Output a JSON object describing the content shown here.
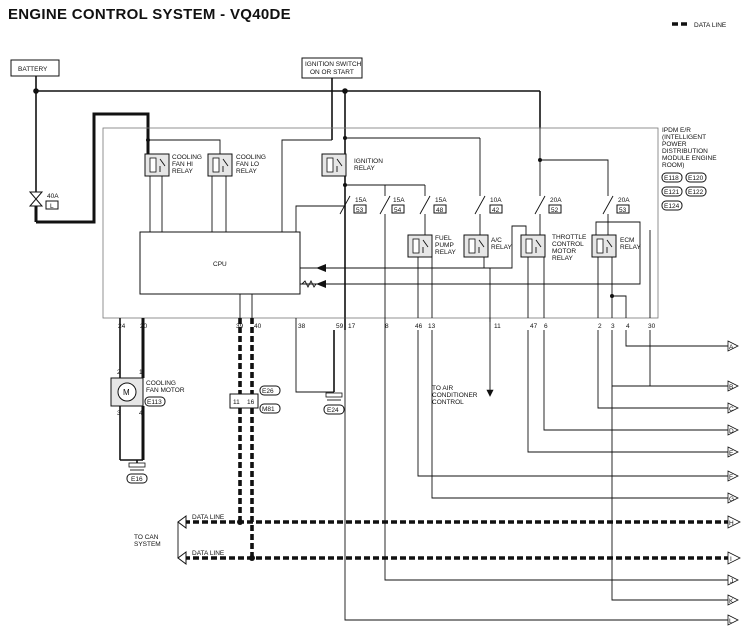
{
  "title": "ENGINE CONTROL SYSTEM - VQ40DE",
  "legend": {
    "label": "DATA LINE"
  },
  "components": {
    "battery": "BATTERY",
    "ignition_switch": [
      "IGNITION SWITCH",
      "ON OR START"
    ],
    "fuse_40a": {
      "amp": "40A",
      "num": "L"
    },
    "ipdm": [
      "IPDM E/R",
      "(INTELLIGENT",
      "POWER",
      "DISTRIBUTION",
      "MODULE ENGINE",
      "ROOM)"
    ],
    "ipdm_connectors": [
      "E118",
      "E120",
      "E121",
      "E122",
      "E124"
    ],
    "fan_hi_relay": [
      "COOLING",
      "FAN HI",
      "RELAY"
    ],
    "fan_lo_relay": [
      "COOLING",
      "FAN LO",
      "RELAY"
    ],
    "ignition_relay": [
      "IGNITION",
      "RELAY"
    ],
    "fuses": [
      {
        "amp": "15A",
        "num": "53"
      },
      {
        "amp": "15A",
        "num": "54"
      },
      {
        "amp": "15A",
        "num": "48"
      },
      {
        "amp": "10A",
        "num": "42"
      },
      {
        "amp": "20A",
        "num": "52"
      },
      {
        "amp": "20A",
        "num": "53"
      }
    ],
    "fuel_pump_relay": [
      "FUEL",
      "PUMP",
      "RELAY"
    ],
    "ac_relay": [
      "A/C",
      "RELAY"
    ],
    "throttle_relay": [
      "THROTTLE",
      "CONTROL",
      "MOTOR",
      "RELAY"
    ],
    "ecm_relay": [
      "ECM",
      "RELAY"
    ],
    "cpu": "CPU",
    "fan_motor": [
      "COOLING",
      "FAN MOTOR"
    ],
    "fan_motor_connector": "E113",
    "fan_motor_pins": [
      "2",
      "1",
      "3",
      "4"
    ],
    "fan_motor_symbol": "M",
    "ground_e16": "E16",
    "ground_e24": "E24",
    "joint_connectors": [
      "E26",
      "M81"
    ],
    "joint_pins": [
      "11",
      "16"
    ],
    "to_ac": [
      "TO AIR",
      "CONDITIONER",
      "CONTROL"
    ],
    "to_can": [
      "TO CAN",
      "SYSTEM"
    ],
    "data_line_labels": [
      "DATA LINE",
      "DATA LINE"
    ]
  },
  "pins": [
    "24",
    "20",
    "39",
    "40",
    "38",
    "59",
    "17",
    "8",
    "46",
    "13",
    "11",
    "47",
    "6",
    "2",
    "3",
    "4",
    "30"
  ],
  "right_terminals": [
    "A",
    "B",
    "C",
    "D",
    "E",
    "F",
    "G",
    "H",
    "I",
    "J",
    "K",
    "L"
  ]
}
